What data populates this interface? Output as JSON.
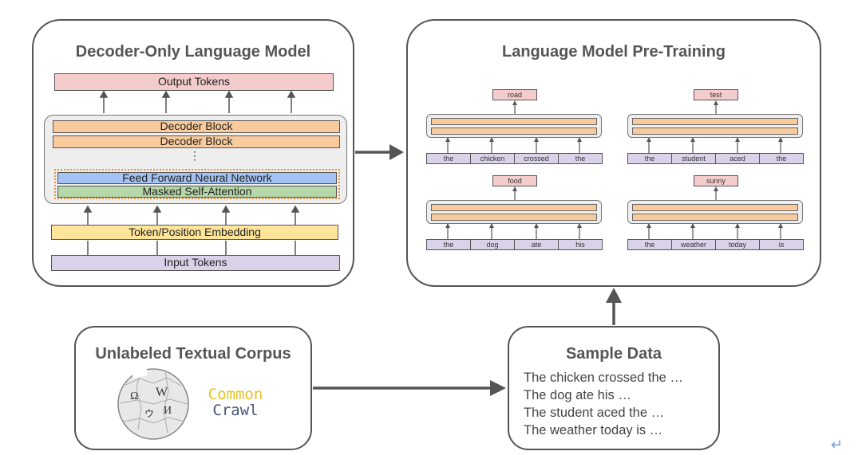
{
  "decoder_panel": {
    "title": "Decoder-Only Language Model",
    "output_tokens": "Output Tokens",
    "decoder_block_1": "Decoder Block",
    "decoder_block_2": "Decoder Block",
    "ellipsis": "⋮",
    "feed_forward": "Feed Forward Neural Network",
    "masked_attention": "Masked Self-Attention",
    "embedding": "Token/Position Embedding",
    "input_tokens": "Input Tokens"
  },
  "pretraining_panel": {
    "title": "Language Model Pre-Training",
    "examples": [
      {
        "target": "road",
        "tokens": [
          "the",
          "chicken",
          "crossed",
          "the"
        ]
      },
      {
        "target": "test",
        "tokens": [
          "the",
          "student",
          "aced",
          "the"
        ]
      },
      {
        "target": "food",
        "tokens": [
          "the",
          "dog",
          "ate",
          "his"
        ]
      },
      {
        "target": "sunny",
        "tokens": [
          "the",
          "weather",
          "today",
          "is"
        ]
      }
    ]
  },
  "corpus_panel": {
    "title": "Unlabeled Textual Corpus",
    "wikipedia_logo_letters": [
      "W",
      "Ω",
      "И",
      "ウ"
    ],
    "common_crawl_line1": "Common",
    "common_crawl_line2": "Crawl"
  },
  "sample_panel": {
    "title": "Sample Data",
    "lines": [
      "The chicken crossed the …",
      "The dog ate his …",
      "The student aced the …",
      "The weather today is …"
    ]
  },
  "colors": {
    "output_fill": "#f4cccc",
    "decoder_fill": "#f9cb9c",
    "ffn_fill": "#a4c2f4",
    "attention_fill": "#b6d7a8",
    "embedding_fill": "#ffe599",
    "input_fill": "#d9d2e9",
    "stack_fill": "#eeeeee",
    "common_color": "#e6c224",
    "crawl_color": "#4a5478",
    "dotted_border": "#e69138",
    "arrow": "#555555"
  },
  "icons": [
    "arrow-right-icon",
    "arrow-up-icon",
    "wikipedia-logo-icon",
    "common-crawl-logo",
    "return-icon"
  ]
}
